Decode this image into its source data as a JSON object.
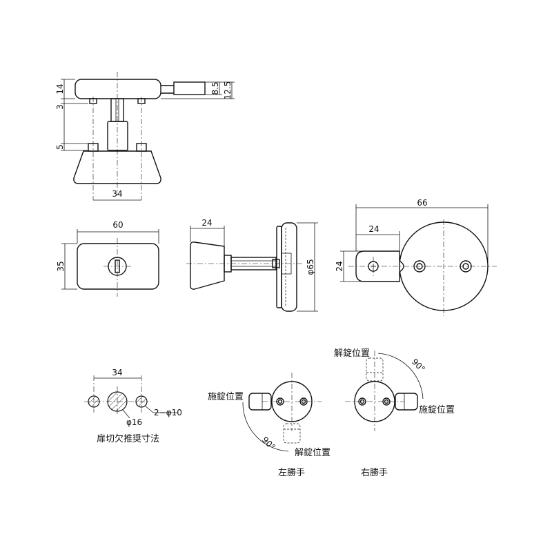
{
  "dimensions": {
    "front_14": "14",
    "front_3": "3",
    "front_5": "5",
    "front_8_5": "8.5",
    "front_12_5": "12.5",
    "front_34": "34",
    "plate_60": "60",
    "plate_35": "35",
    "side_24": "24",
    "side_phi65": "φ65",
    "rear_66": "66",
    "rear_24_h": "24",
    "rear_24_v": "24",
    "cut_34": "34",
    "cut_phi16": "φ16",
    "cut_2phi10": "2−φ10"
  },
  "labels": {
    "cutout_title": "扉切欠推奨寸法",
    "lock_position": "施錠位置",
    "unlock_position": "解錠位置",
    "angle": "90°",
    "left_hand": "左勝手",
    "right_hand": "右勝手"
  }
}
